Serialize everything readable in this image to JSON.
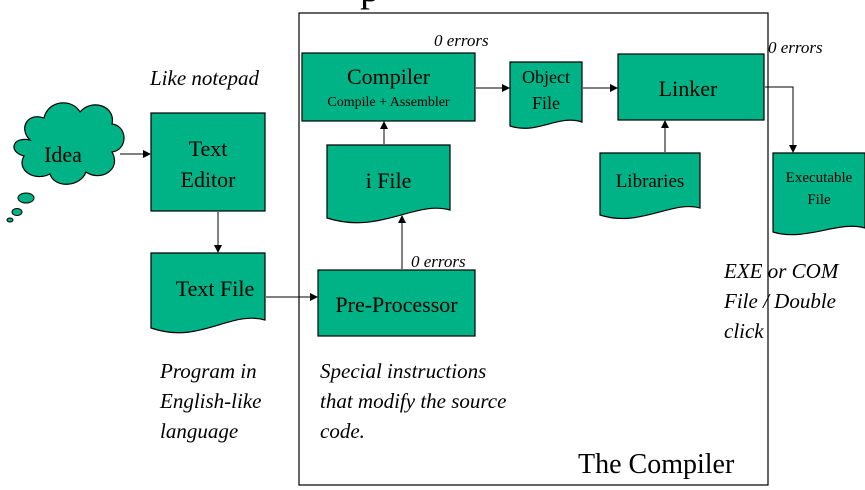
{
  "frame": {
    "label": "The Compiler"
  },
  "title_fragment": "p",
  "nodes": {
    "idea": {
      "label": "Idea"
    },
    "text_editor": {
      "line1": "Text",
      "line2": "Editor"
    },
    "text_file": {
      "label": "Text File"
    },
    "pre_processor": {
      "label": "Pre-Processor"
    },
    "i_file": {
      "label": "i File"
    },
    "compiler": {
      "label": "Compiler",
      "sublabel": "Compile + Assembler"
    },
    "object_file": {
      "line1": "Object",
      "line2": "File"
    },
    "linker": {
      "label": "Linker"
    },
    "libraries": {
      "label": "Libraries"
    },
    "executable": {
      "line1": "Executable",
      "line2": "File"
    }
  },
  "annotations": {
    "like_notepad": "Like notepad",
    "errors_compiler": "0 errors",
    "errors_linker": "0 errors",
    "errors_preprocessor": "0 errors",
    "exe_line1": "EXE or COM",
    "exe_line2": "File / Double",
    "exe_line3": "click",
    "program_line1": "Program in",
    "program_line2": "English-like",
    "program_line3": "language",
    "special_line1": "Special instructions",
    "special_line2": "that modify the source",
    "special_line3": "code."
  },
  "colors": {
    "box_fill": "#00b386",
    "stroke": "#000000",
    "background": "#ffffff"
  }
}
